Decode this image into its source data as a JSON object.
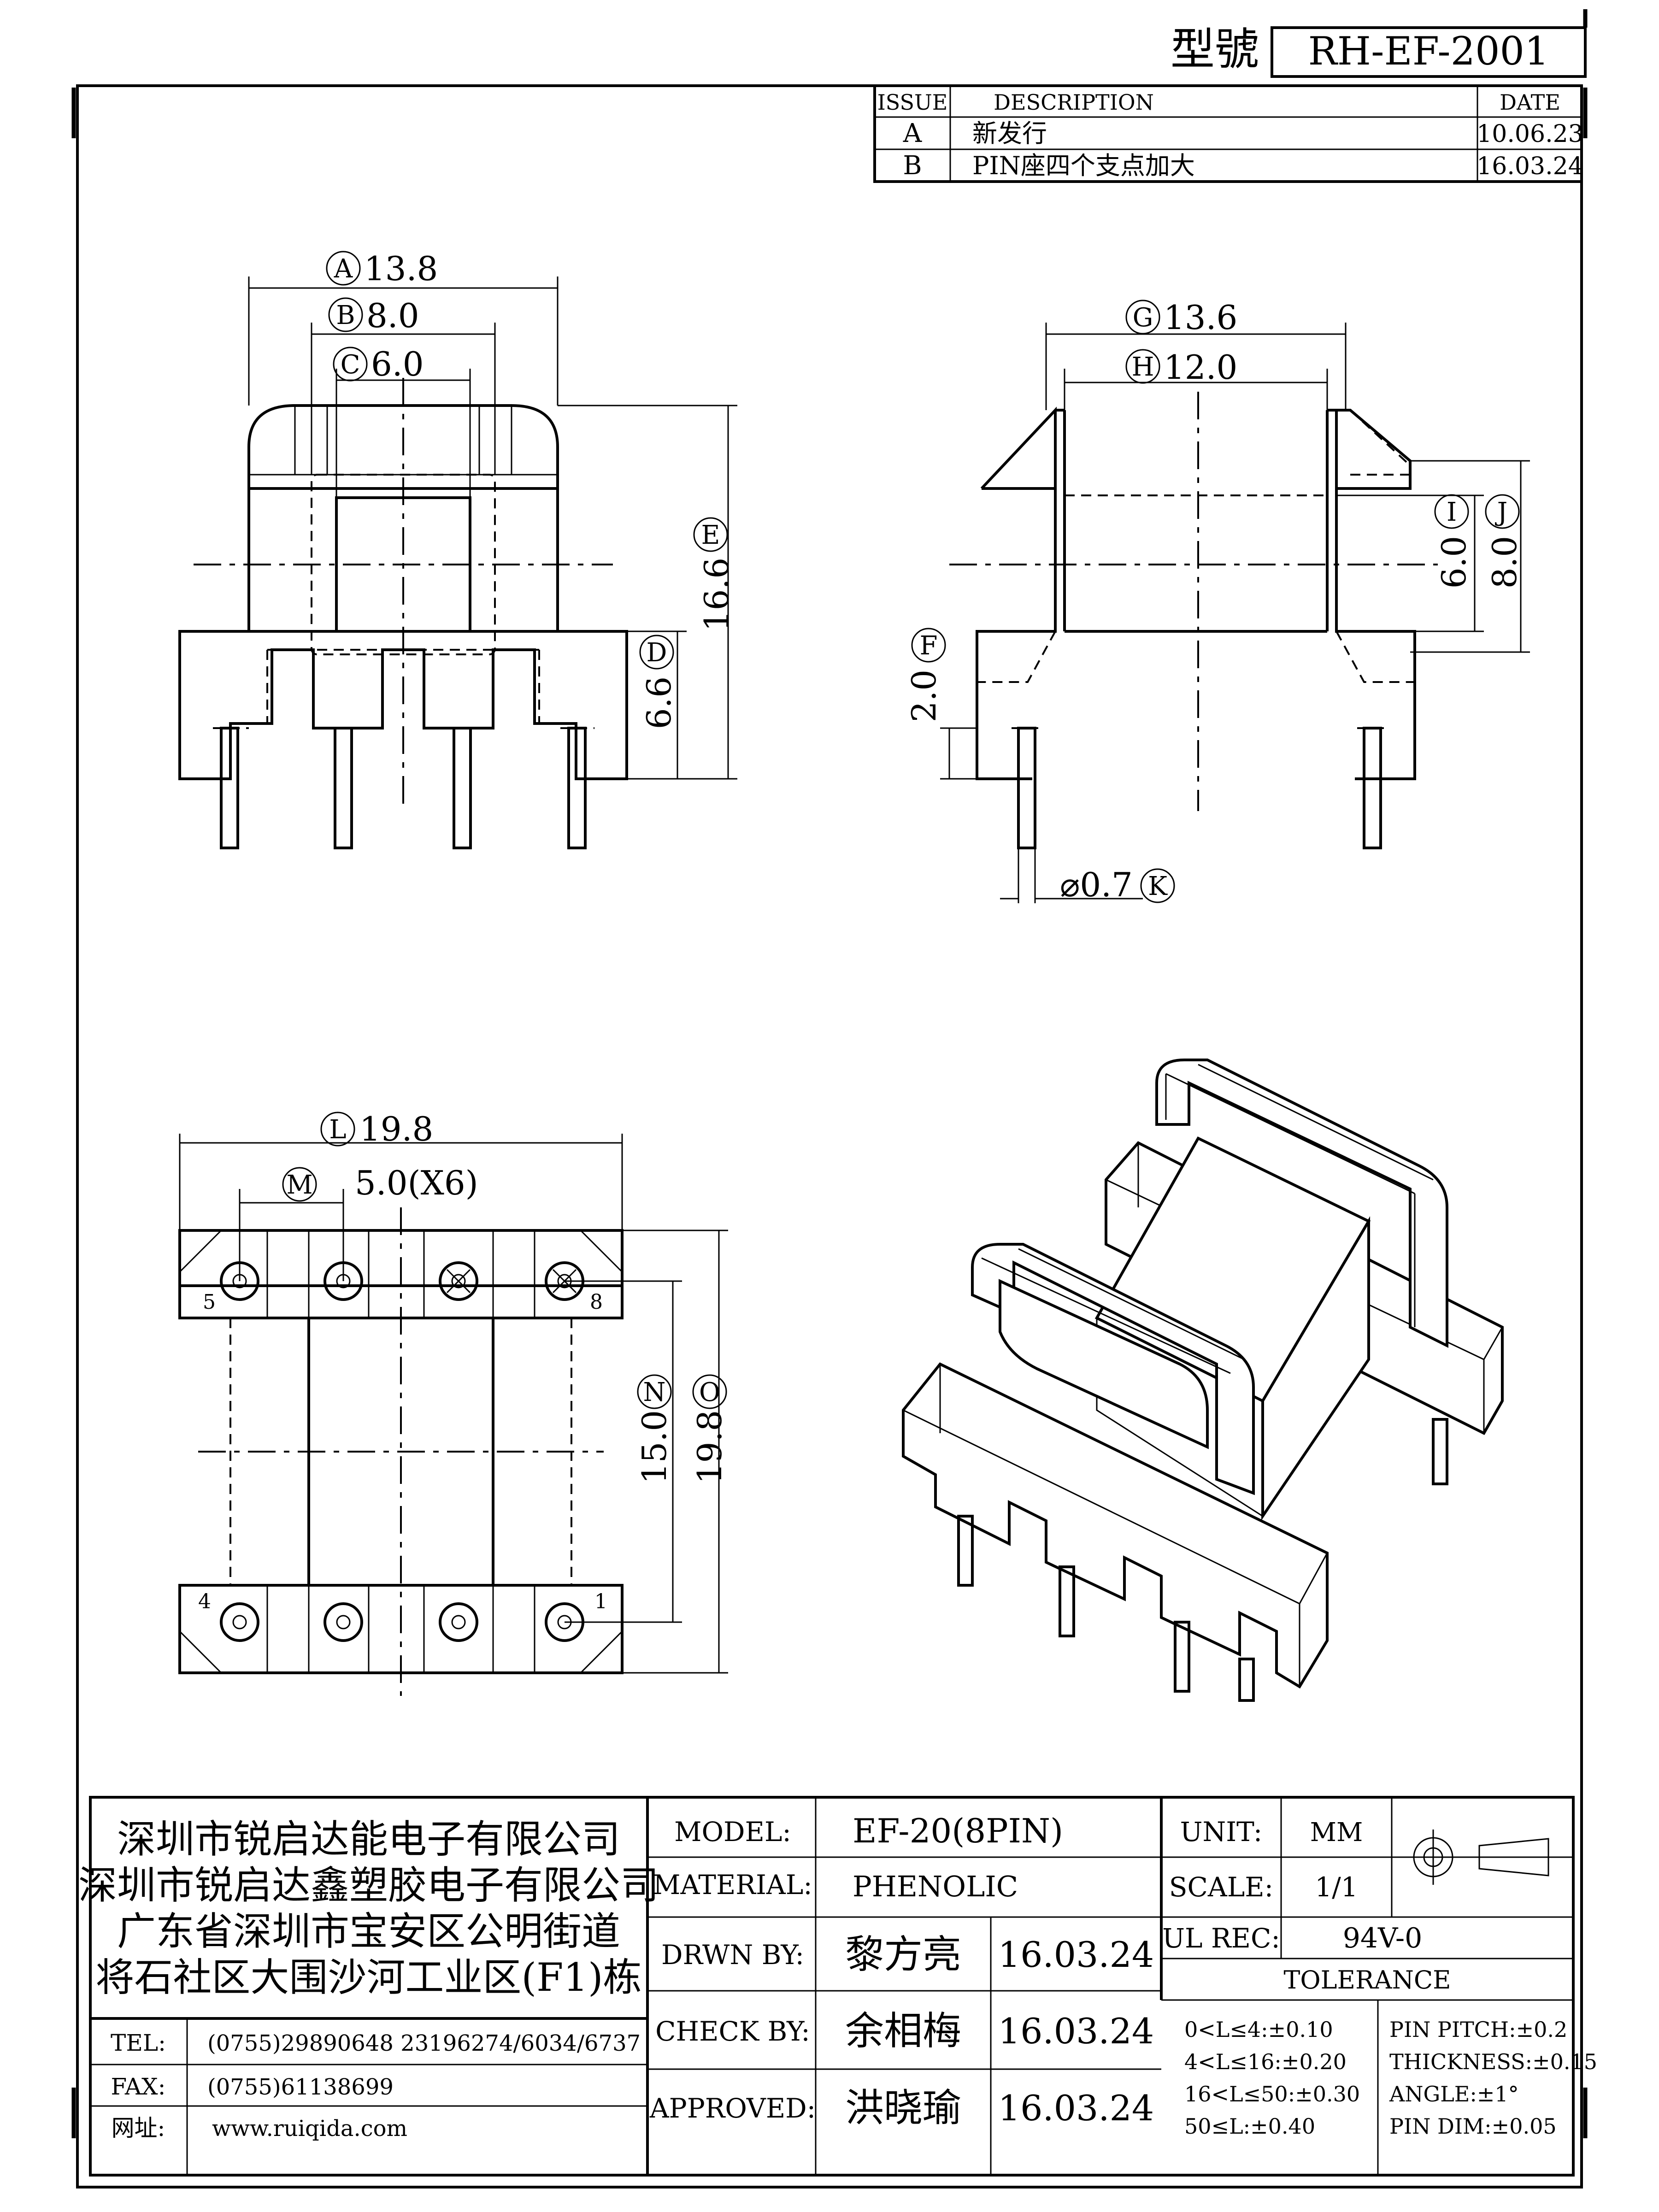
{
  "header": {
    "model_label": "型號",
    "model_number": "RH-EF-2001"
  },
  "revisions": {
    "headers": [
      "ISSUE",
      "DESCRIPTION",
      "DATE"
    ],
    "rows": [
      {
        "issue": "A",
        "description": "新发行",
        "date": "10.06.23"
      },
      {
        "issue": "B",
        "description": "PIN座四个支点加大",
        "date": "16.03.24"
      }
    ]
  },
  "dimensions": {
    "A": {
      "letter": "A",
      "value": "13.8"
    },
    "B": {
      "letter": "B",
      "value": "8.0"
    },
    "C": {
      "letter": "C",
      "value": "6.0"
    },
    "D": {
      "letter": "D",
      "value": "6.6"
    },
    "E": {
      "letter": "E",
      "value": "16.6"
    },
    "F": {
      "letter": "F",
      "value": "2.0"
    },
    "G": {
      "letter": "G",
      "value": "13.6"
    },
    "H": {
      "letter": "H",
      "value": "12.0"
    },
    "I": {
      "letter": "I",
      "value": "6.0"
    },
    "J": {
      "letter": "J",
      "value": "8.0"
    },
    "K": {
      "letter": "K",
      "value": "⌀0.7"
    },
    "L": {
      "letter": "L",
      "value": "19.8"
    },
    "M": {
      "letter": "M",
      "value": "5.0(X6)"
    },
    "N": {
      "letter": "N",
      "value": "15.0"
    },
    "O": {
      "letter": "O",
      "value": "19.8"
    }
  },
  "pins": {
    "p1": "1",
    "p4": "4",
    "p5": "5",
    "p8": "8"
  },
  "company": {
    "line1": "深圳市锐启达能电子有限公司",
    "line2": "深圳市锐启达鑫塑胶电子有限公司",
    "line3": "广东省深圳市宝安区公明街道",
    "line4": "将石社区大围沙河工业区(F1)栋"
  },
  "contact": {
    "tel_label": "TEL:",
    "tel_value": "(0755)29890648   23196274/6034/6737",
    "fax_label": "FAX:",
    "fax_value": "(0755)61138699",
    "web_label": "网址:",
    "web_value": "www.ruiqida.com"
  },
  "title_block": {
    "model_label": "MODEL:",
    "model_value": "EF-20(8PIN)",
    "material_label": "MATERIAL:",
    "material_value": "PHENOLIC",
    "drawn_label": "DRWN BY:",
    "drawn_name": "黎方亮",
    "drawn_date": "16.03.24",
    "check_label": "CHECK BY:",
    "check_name": "余相梅",
    "check_date": "16.03.24",
    "approved_label": "APPROVED:",
    "approved_name": "洪晓瑜",
    "approved_date": "16.03.24",
    "unit_label": "UNIT:",
    "unit_value": "MM",
    "scale_label": "SCALE:",
    "scale_value": "1/1",
    "ul_label": "UL REC:",
    "ul_value": "94V-0",
    "tolerance_label": "TOLERANCE",
    "tol1": "0<L≤4:±0.10",
    "tol2": "4<L≤16:±0.20",
    "tol3": "16<L≤50:±0.30",
    "tol4": "50≤L:±0.40",
    "pin_pitch": "PIN PITCH:±0.2",
    "thickness": "THICKNESS:±0.15",
    "angle": "ANGLE:±1°",
    "pin_dim": "PIN DIM:±0.05"
  }
}
